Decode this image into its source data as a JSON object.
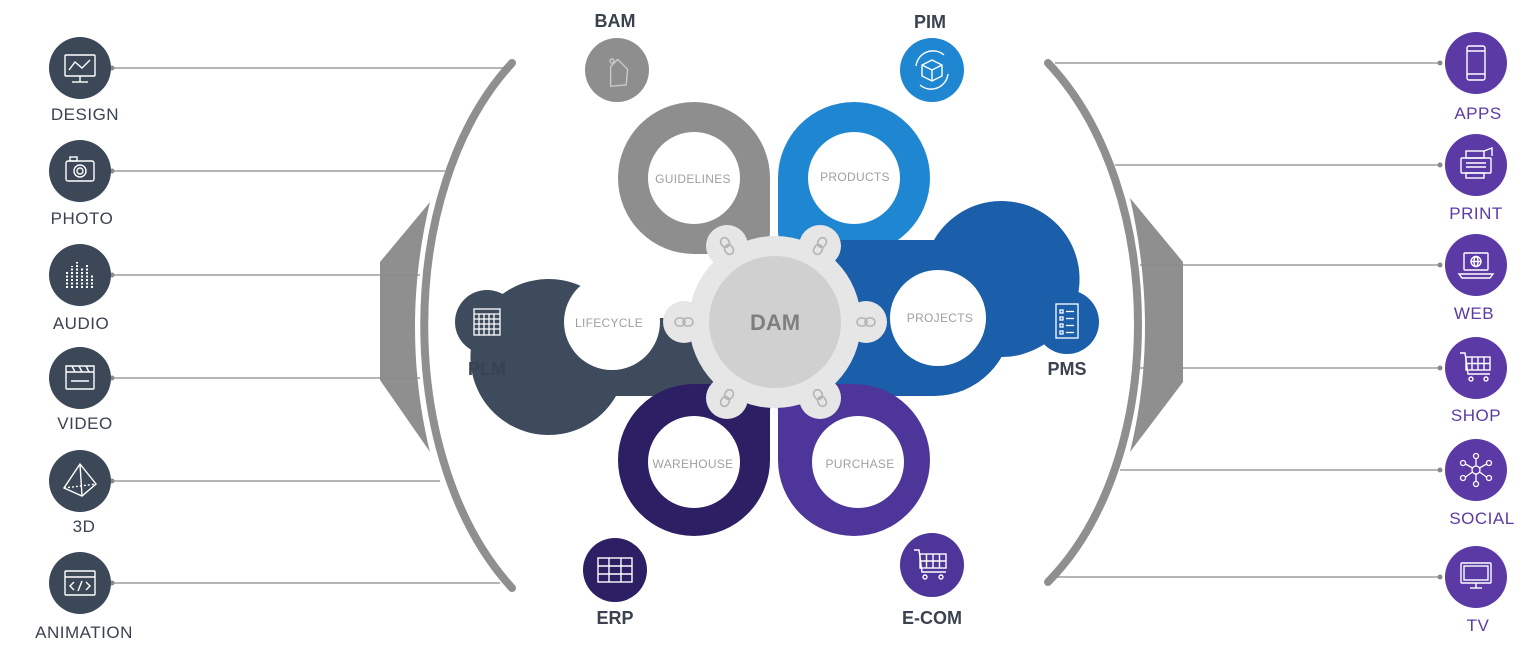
{
  "center": {
    "label": "DAM"
  },
  "colors": {
    "left_icons": "#3c4858",
    "right_icons": "#5b3aa6",
    "left_text": "#3a4250",
    "right_text": "#5b3aa6",
    "bracket": "#8f8f8f",
    "bam": "#8e8e8e",
    "pim": "#1f86d1",
    "plm": "#3e4b5d",
    "pms": "#1b5ea9",
    "erp": "#2c1f63",
    "ecom": "#4e3599",
    "hub": "#e6e6e6",
    "hub_inner": "#d0d0d0"
  },
  "left_outputs": [
    {
      "label": "DESIGN",
      "icon": "monitor-design-icon"
    },
    {
      "label": "PHOTO",
      "icon": "camera-icon"
    },
    {
      "label": "AUDIO",
      "icon": "equalizer-icon"
    },
    {
      "label": "VIDEO",
      "icon": "clapperboard-icon"
    },
    {
      "label": "3D",
      "icon": "pyramid-icon"
    },
    {
      "label": "ANIMATION",
      "icon": "code-window-icon"
    }
  ],
  "right_outputs": [
    {
      "label": "APPS",
      "icon": "smartphone-icon"
    },
    {
      "label": "PRINT",
      "icon": "printer-icon"
    },
    {
      "label": "WEB",
      "icon": "laptop-web-icon"
    },
    {
      "label": "SHOP",
      "icon": "shopping-cart-icon"
    },
    {
      "label": "SOCIAL",
      "icon": "social-network-icon"
    },
    {
      "label": "TV",
      "icon": "tv-icon"
    }
  ],
  "systems": {
    "bam": {
      "label": "BAM",
      "icon": "tag-icon"
    },
    "pim": {
      "label": "PIM",
      "icon": "cube-cycle-icon"
    },
    "plm": {
      "label": "PLM",
      "icon": "calendar-grid-icon"
    },
    "pms": {
      "label": "PMS",
      "icon": "checklist-icon"
    },
    "erp": {
      "label": "ERP",
      "icon": "table-grid-icon"
    },
    "ecom": {
      "label": "E-COM",
      "icon": "shopping-cart-icon"
    }
  },
  "petals": [
    {
      "label": "GUIDELINES"
    },
    {
      "label": "PRODUCTS"
    },
    {
      "label": "PROJECTS"
    },
    {
      "label": "PURCHASE"
    },
    {
      "label": "WAREHOUSE"
    },
    {
      "label": "LIFECYCLE"
    }
  ]
}
